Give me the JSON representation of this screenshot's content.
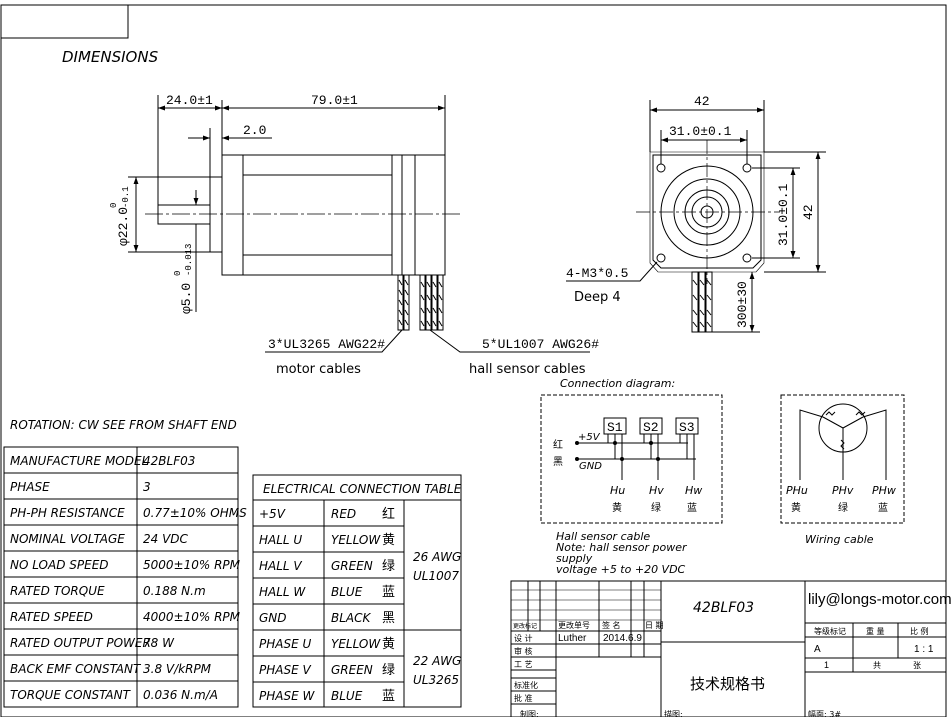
{
  "heading": "DIMENSIONS",
  "side_view": {
    "dim_left": "24.0±1",
    "dim_body": "79.0±1",
    "dim_step": "2.0",
    "dia_boss": "φ22.0",
    "dia_boss_tol_upper": "0",
    "dia_boss_tol_lower": "-0.1",
    "dia_shaft": "φ5.0",
    "dia_shaft_tol_upper": "0",
    "dia_shaft_tol_lower": "-0.013",
    "motor_cable_spec": "3*UL3265 AWG22#",
    "motor_cable_label": "motor cables",
    "hall_cable_spec": "5*UL1007 AWG26#",
    "hall_cable_label": "hall sensor cables"
  },
  "front_view": {
    "dim_width": "42",
    "dim_hole": "31.0±0.1",
    "dim_vert_hole": "31.0±0.1",
    "dim_vert_width": "42",
    "dim_cable": "300±30",
    "hole_note": "4-M3*0.5",
    "hole_depth": "Deep 4"
  },
  "connection": {
    "title": "Connection diagram:",
    "sensors": [
      "S1",
      "S2",
      "S3"
    ],
    "plus5v": "+5V",
    "gnd": "GND",
    "red_cn": "红",
    "black_cn": "黑",
    "outputs": [
      {
        "name": "Hu",
        "color_cn": "黄"
      },
      {
        "name": "Hv",
        "color_cn": "绿"
      },
      {
        "name": "Hw",
        "color_cn": "蓝"
      }
    ],
    "caption_1": "Hall sensor cable",
    "caption_2": "Note: hall sensor power",
    "caption_3": "supply",
    "caption_4": "voltage +5 to +20 VDC"
  },
  "wiring": {
    "phases": [
      {
        "name": "PHu",
        "color_cn": "黄"
      },
      {
        "name": "PHv",
        "color_cn": "绿"
      },
      {
        "name": "PHw",
        "color_cn": "蓝"
      }
    ],
    "caption": "Wiring cable"
  },
  "rotation_note": "ROTATION: CW SEE FROM SHAFT END",
  "spec_table": [
    {
      "label": "MANUFACTURE MODEL",
      "value": "42BLF03"
    },
    {
      "label": "PHASE",
      "value": "3"
    },
    {
      "label": "PH-PH RESISTANCE",
      "value": "0.77±10% OHMS"
    },
    {
      "label": "NOMINAL VOLTAGE",
      "value": "24 VDC"
    },
    {
      "label": "NO LOAD SPEED",
      "value": "5000±10% RPM"
    },
    {
      "label": "RATED TORQUE",
      "value": "0.188 N.m"
    },
    {
      "label": "RATED SPEED",
      "value": "4000±10% RPM"
    },
    {
      "label": "RATED OUTPUT POWER",
      "value": "78 W"
    },
    {
      "label": "BACK EMF CONSTANT",
      "value": "3.8 V/kRPM"
    },
    {
      "label": "TORQUE CONSTANT",
      "value": "0.036 N.m/A"
    }
  ],
  "elec_table": {
    "title": "ELECTRICAL CONNECTION TABLE",
    "rows": [
      {
        "signal": "+5V",
        "color": "RED",
        "cn": "红"
      },
      {
        "signal": "HALL U",
        "color": "YELLOW",
        "cn": "黄"
      },
      {
        "signal": "HALL V",
        "color": "GREEN",
        "cn": "绿"
      },
      {
        "signal": "HALL W",
        "color": "BLUE",
        "cn": "蓝"
      },
      {
        "signal": "GND",
        "color": "BLACK",
        "cn": "黑"
      },
      {
        "signal": "PHASE U",
        "color": "YELLOW",
        "cn": "黄"
      },
      {
        "signal": "PHASE V",
        "color": "GREEN",
        "cn": "绿"
      },
      {
        "signal": "PHASE W",
        "color": "BLUE",
        "cn": "蓝"
      }
    ],
    "group1_awg": "26 AWG",
    "group1_ul": "UL1007",
    "group2_awg": "22 AWG",
    "group2_ul": "UL3265"
  },
  "title_block": {
    "model": "42BLF03",
    "email": "lily@longs-motor.com",
    "doc_title": "技术规格书",
    "change_mark": "更改标记",
    "change_no": "更改单号",
    "signature": "签 名",
    "date_label": "日 期",
    "design": "设  计",
    "designer": "Luther",
    "design_date": "2014.6.9",
    "review": "审  核",
    "process": "工  艺",
    "standard": "标准化",
    "approve": "批  准",
    "stage_mark": "等级标记",
    "weight": "重  量",
    "scale": "比  例",
    "stage_value": "A",
    "scale_value": "1 : 1",
    "sheet_total": "1",
    "total_label": "共",
    "sheet_label": "张",
    "draw_label": "制图:",
    "trace_label": "描图:",
    "format_label": "幅面: 3#"
  }
}
